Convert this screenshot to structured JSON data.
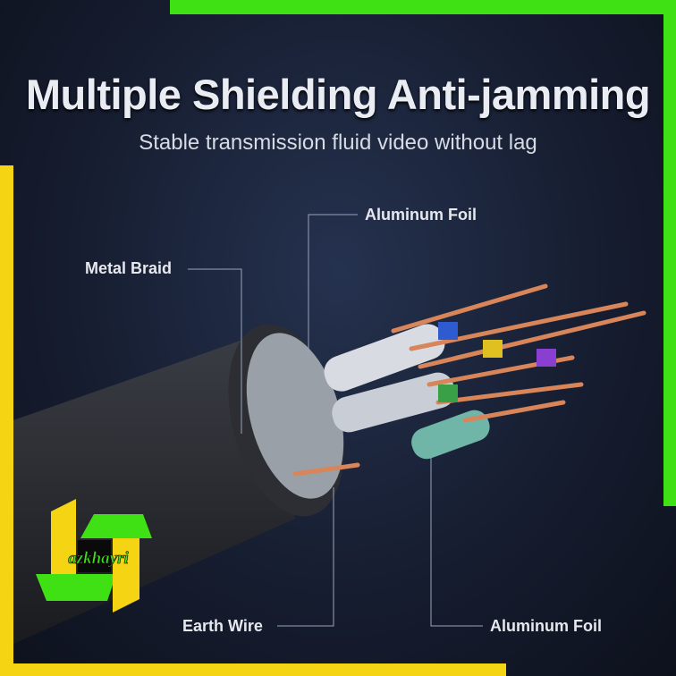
{
  "headline": "Multiple Shielding Anti-jamming",
  "subheadline": "Stable transmission fluid video without lag",
  "labels": {
    "aluminum_foil_top": "Aluminum Foil",
    "metal_braid": "Metal Braid",
    "earth_wire": "Earth Wire",
    "aluminum_foil_bottom": "Aluminum Foil"
  },
  "logo": {
    "text": "azkhayri"
  },
  "colors": {
    "frame_green": "#3fe014",
    "frame_yellow": "#f5d414",
    "background": "#161d30"
  }
}
